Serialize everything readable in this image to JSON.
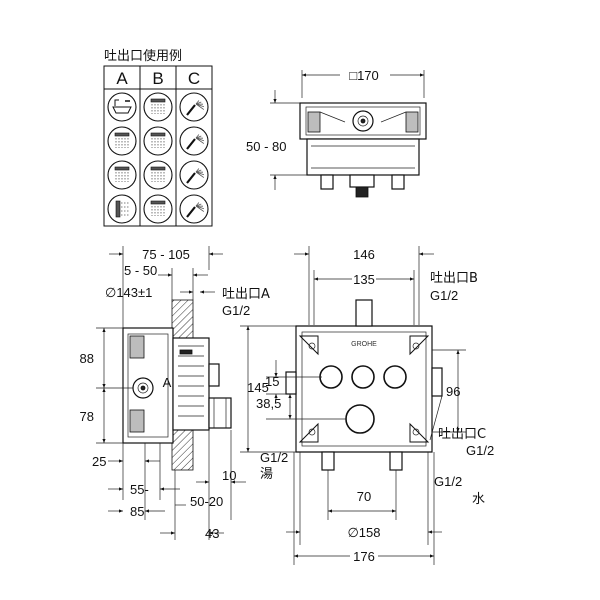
{
  "usage_table": {
    "title": "吐出口使用例",
    "columns": [
      "A",
      "B",
      "C"
    ],
    "icons": [
      [
        "bathtub-spout-icon",
        "overhead-shower-icon",
        "hand-shower-icon"
      ],
      [
        "overhead-shower-icon",
        "overhead-shower-icon",
        "hand-shower-icon"
      ],
      [
        "overhead-shower-icon",
        "overhead-shower-icon",
        "hand-shower-icon"
      ],
      [
        "body-jet-icon",
        "overhead-shower-icon",
        "hand-shower-icon"
      ]
    ]
  },
  "top_view": {
    "width_dim": "□170",
    "depth_dim": "50 - 80"
  },
  "side_view": {
    "dim_75_105": "75 - 105",
    "dim_5_50": "5 - 50",
    "dim_diam_143": "∅143±1",
    "dim_88": "88",
    "dim_78": "78",
    "dim_25": "25",
    "dim_55": "55-",
    "dim_85": "85",
    "dim_10": "10",
    "dim_50_20": "50-20",
    "dim_43": "43",
    "label_a": "A",
    "outlet_hot_label": "G1/2",
    "outlet_hot_name": "湯"
  },
  "front_view": {
    "dim_146": "146",
    "dim_135": "135",
    "dim_145": "145",
    "dim_15": "15",
    "dim_38_5": "38,5",
    "dim_96": "96",
    "dim_70": "70",
    "dim_diam_158": "∅158",
    "dim_176": "176",
    "outlet_a_name": "吐出口A",
    "outlet_a_size": "G1/2",
    "outlet_b_name": "吐出口B",
    "outlet_b_size": "G1/2",
    "outlet_c_name": "吐出口C",
    "outlet_c_size": "G1/2",
    "cold_size": "G1/2",
    "cold_name": "水"
  },
  "brand_mark": "GROHE"
}
